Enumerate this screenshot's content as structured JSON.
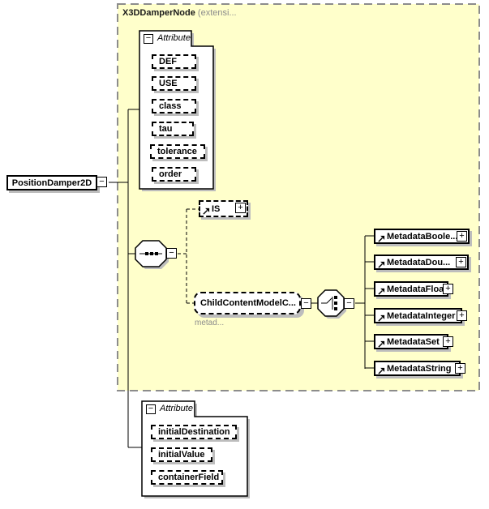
{
  "icons": {
    "minus": "−",
    "plus": "+"
  },
  "container": {
    "title": "X3DDamperNode",
    "title_suffix": "(extensi..."
  },
  "root_element": {
    "label": "PositionDamper2D"
  },
  "attribute_group_top": {
    "header": "Attribute",
    "items": [
      "DEF",
      "USE",
      "class",
      "tau",
      "tolerance",
      "order"
    ]
  },
  "is_element": {
    "label": "IS"
  },
  "group_ref": {
    "label": "ChildContentModelC...",
    "note": "metad..."
  },
  "metadata_elements": {
    "items": [
      "MetadataBoole...",
      "MetadataDou...",
      "MetadataFloat",
      "MetadataInteger",
      "MetadataSet",
      "MetadataString"
    ]
  },
  "attribute_group_bottom": {
    "header": "Attribute",
    "items": [
      "initialDestination",
      "initialValue",
      "containerField"
    ]
  },
  "colors": {
    "container_bg": "#FFFFCB",
    "container_border": "#8C8C8C",
    "shadow": "#BDBDBD",
    "line": "#000000",
    "note_text": "#8C8C8C"
  }
}
